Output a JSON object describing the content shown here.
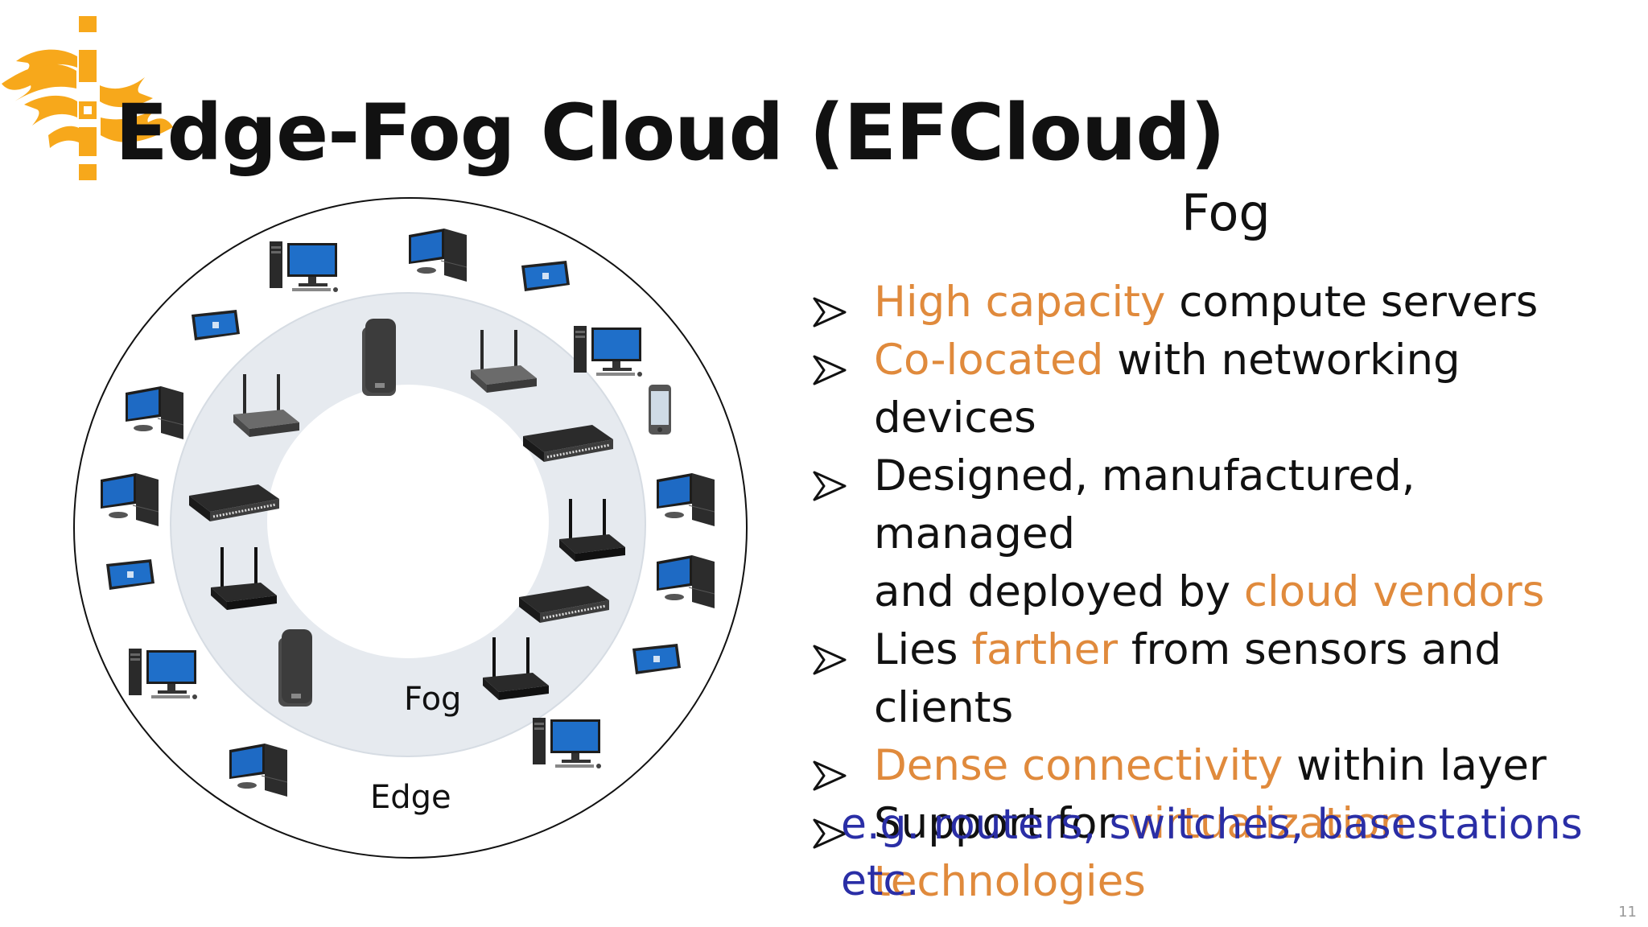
{
  "slide": {
    "title": "Edge-Fog Cloud (EFCloud)",
    "subtitle": "Fog",
    "page_number": "11"
  },
  "diagram": {
    "inner_ring_label": "Fog",
    "outer_ring_label": "Edge"
  },
  "bullets": [
    {
      "parts": [
        {
          "text": "High capacity",
          "highlight": true
        },
        {
          "text": " compute servers",
          "highlight": false
        }
      ]
    },
    {
      "parts": [
        {
          "text": "Co-located",
          "highlight": true
        },
        {
          "text": " with networking devices",
          "highlight": false
        }
      ]
    },
    {
      "parts": [
        {
          "text": "Designed, manufactured, managed",
          "highlight": false
        }
      ]
    },
    {
      "parts": [
        {
          "text": "and deployed by ",
          "highlight": false
        },
        {
          "text": "cloud vendors",
          "highlight": true
        }
      ],
      "continuation": true
    },
    {
      "parts": [
        {
          "text": "Lies ",
          "highlight": false
        },
        {
          "text": "farther",
          "highlight": true
        },
        {
          "text": " from sensors and clients",
          "highlight": false
        }
      ]
    },
    {
      "parts": [
        {
          "text": "Dense connectivity",
          "highlight": true
        },
        {
          "text": " within layer",
          "highlight": false
        }
      ]
    },
    {
      "parts": [
        {
          "text": "Support for ",
          "highlight": false
        },
        {
          "text": "virtualization",
          "highlight": true
        }
      ]
    },
    {
      "parts": [
        {
          "text": "technologies",
          "highlight": true
        }
      ],
      "continuation": true
    }
  ],
  "example_text": "e.g. routers, switches, basestations etc.",
  "colors": {
    "highlight": "#e08a3c",
    "example": "#2a2ea6",
    "logo": "#f7a81b",
    "fog_ring": "#e6eaef"
  },
  "icons": [
    "logo-icon",
    "desktop-computer-icon",
    "tablet-icon",
    "smartphone-icon",
    "wifi-router-icon",
    "network-switch-icon",
    "server-tower-icon",
    "arrow-bullet-icon"
  ]
}
